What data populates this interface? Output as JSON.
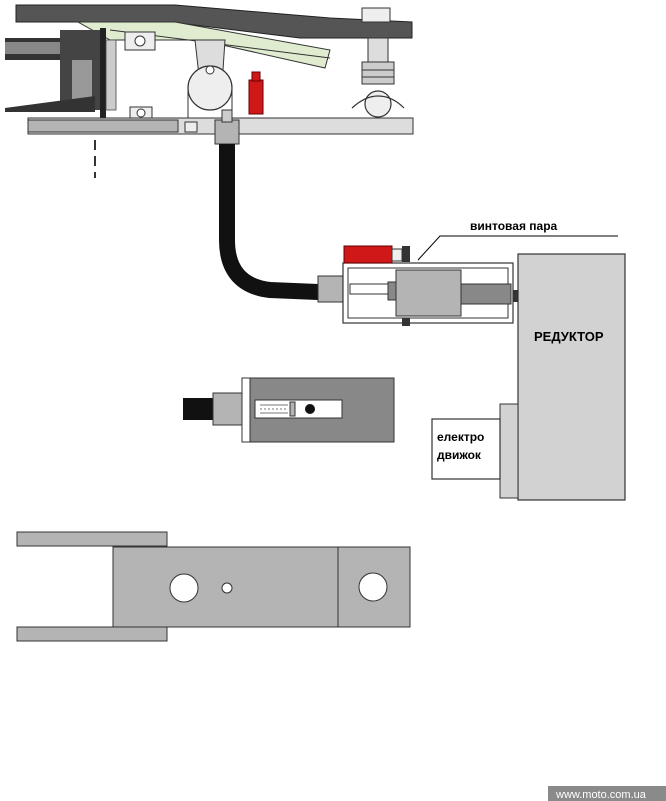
{
  "labels": {
    "screw_pair": "винтовая пара",
    "gearbox": "РЕДУКТОР",
    "motor_line1": "електро",
    "motor_line2": "движок"
  },
  "watermark": "www.moto.com.ua",
  "colors": {
    "dark_gray": "#555555",
    "mid_gray": "#b4b4b4",
    "light_gray": "#d2d2d2",
    "red": "#d01818",
    "black": "#111111",
    "green_tint": "#dfeccf"
  }
}
